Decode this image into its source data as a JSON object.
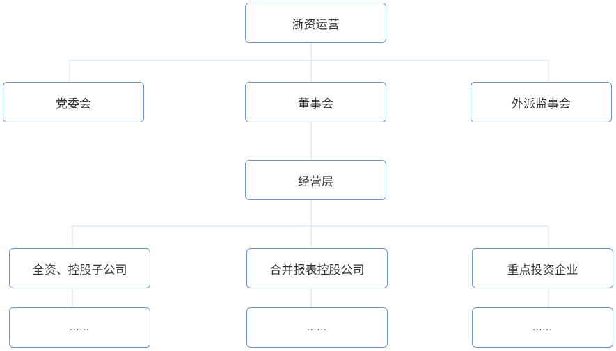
{
  "chart": {
    "root": "浙资运营",
    "level1": {
      "left": "党委会",
      "center": "董事会",
      "right": "外派监事会"
    },
    "management": "经营层",
    "categories": {
      "left": "全资、控股子公司",
      "center": "合并报表控股公司",
      "right": "重点投资企业"
    },
    "ellipsis": {
      "left": "......",
      "center": "......",
      "right": "......"
    }
  },
  "colors": {
    "box_border": "#6e95d8",
    "connector": "#dcecf8",
    "text": "#333333"
  }
}
